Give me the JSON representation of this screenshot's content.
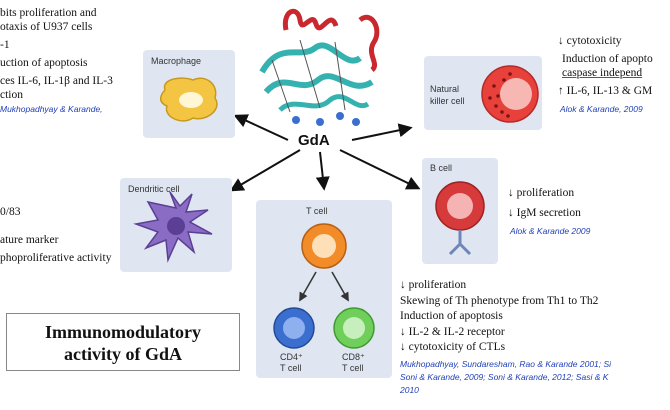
{
  "center_label": "GdA",
  "title": {
    "line1": "Immunomodulatory",
    "line2": "activity of GdA"
  },
  "macrophage": {
    "label": "Macrophage",
    "effects": [
      "bits proliferation and",
      "otaxis of U937 cells",
      "-1",
      "uction of apoptosis",
      "ces IL-6, IL-1β and IL-3",
      "ction"
    ],
    "citation": "Mukhopadhyay & Karande,"
  },
  "nk_cell": {
    "label_line1": "Natural",
    "label_line2": "killer cell",
    "effects": [
      "↓ cytotoxicity",
      "Induction of apopto",
      "caspase independ",
      "↑ IL-6, IL-13 & GM"
    ],
    "citation": "Alok & Karande, 2009"
  },
  "dendritic_cell": {
    "label": "Dendritic cell",
    "effects": [
      "0/83",
      "ature marker",
      "phoproliferative activity"
    ]
  },
  "b_cell": {
    "label": "B cell",
    "effects": [
      "↓ proliferation",
      "↓ IgM secretion"
    ],
    "citation": "Alok & Karande 2009"
  },
  "t_cell": {
    "label": "T cell",
    "cd4_line1": "CD4⁺",
    "cd4_line2": "T cell",
    "cd8_line1": "CD8⁺",
    "cd8_line2": "T cell",
    "effects": [
      "↓ proliferation",
      "Skewing of Th phenotype from Th1 to Th2",
      "Induction of apoptosis",
      "↓ IL-2 & IL-2 receptor",
      "↓ cytotoxicity of CTLs"
    ],
    "citations": [
      "Mukhopadhyay, Sundaresham, Rao & Karande 2001; Si",
      "Soni & Karande, 2009; Soni & Karande, 2012; Sasi & K",
      "2010"
    ]
  },
  "colors": {
    "panel_bg": "#dfe6f2",
    "macrophage": "#f4c542",
    "nk": "#e8413c",
    "dendritic": "#8b6cc4",
    "b_cell": "#d63a3a",
    "t_cell": "#f28c28",
    "cd4": "#3a6fd0",
    "cd8": "#6fcf5a",
    "citation": "#1f3fb8",
    "protein_helix": "#c8282e",
    "protein_sheet": "#35b2b0"
  }
}
